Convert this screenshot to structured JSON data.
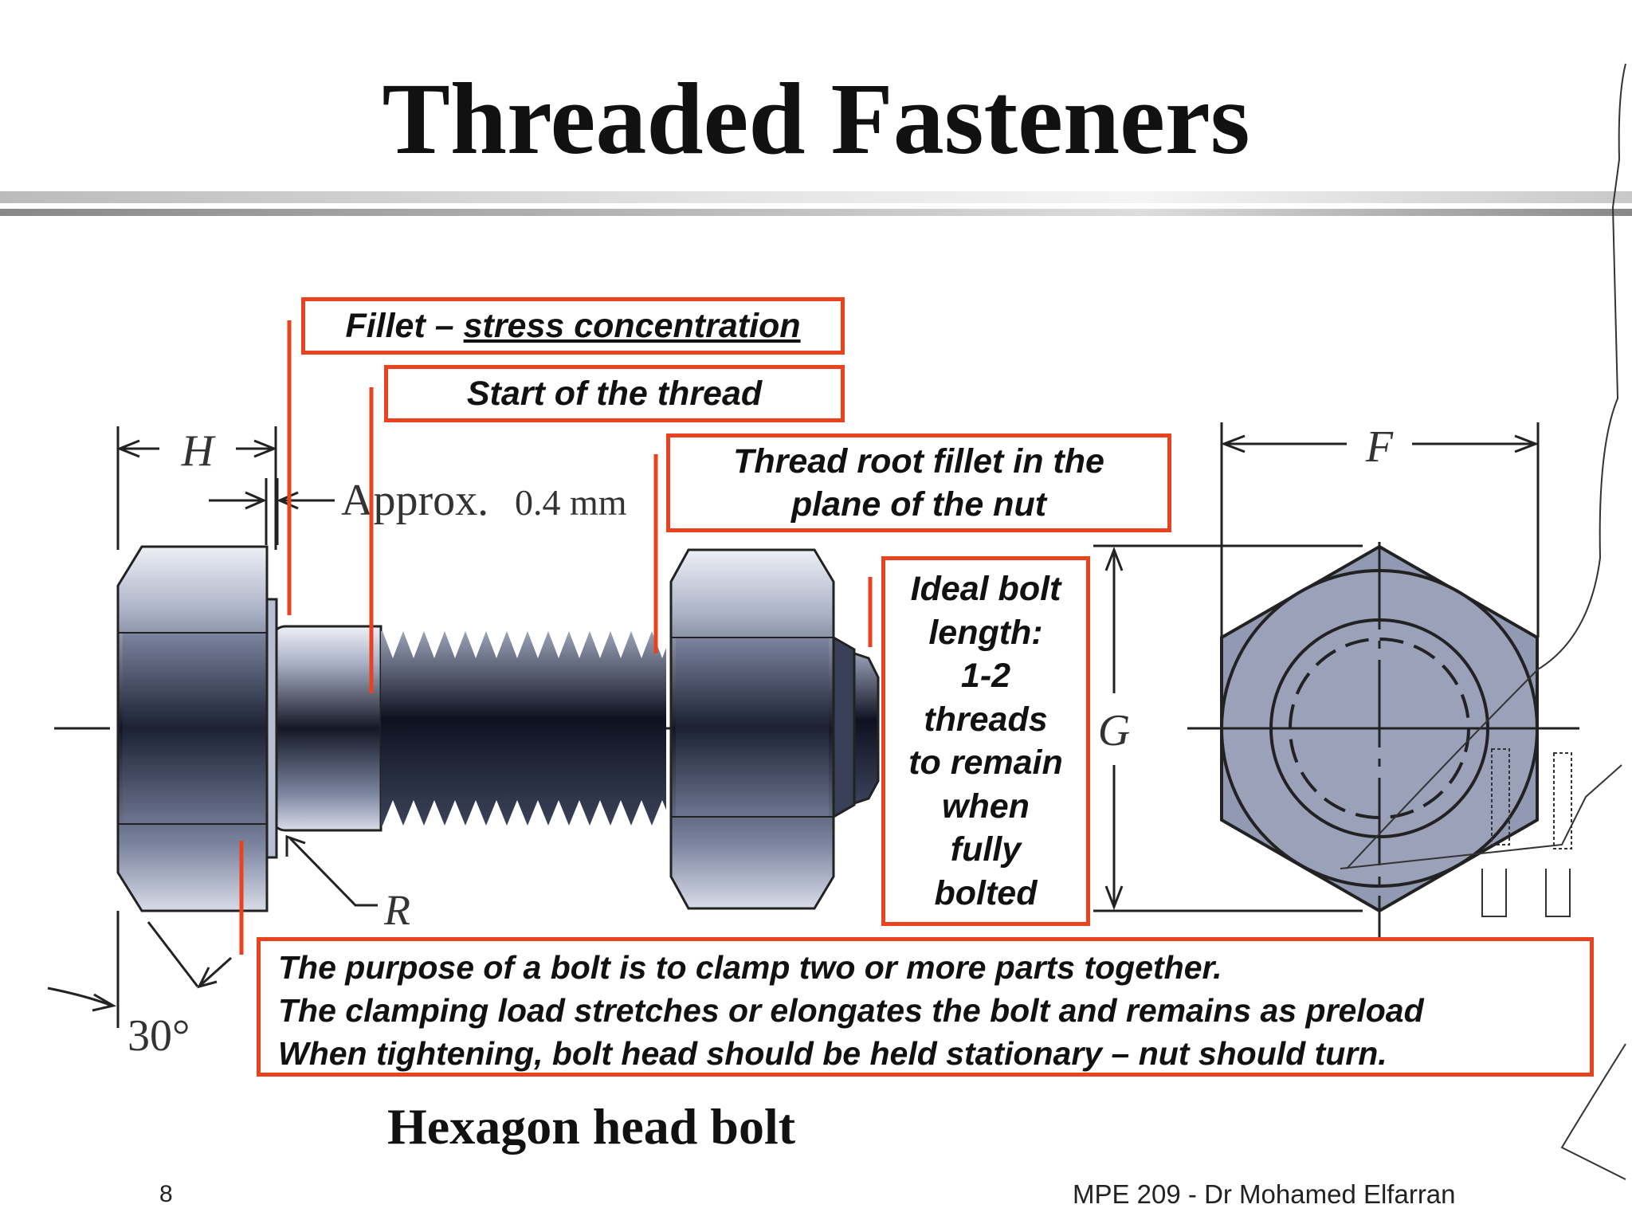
{
  "title": "Threaded Fasteners",
  "callouts": {
    "fillet": {
      "label": "Fillet – ",
      "underlined": "stress concentration"
    },
    "thread_start": "Start of the thread",
    "thread_root": [
      "Thread root fillet in the",
      "plane of the nut"
    ],
    "ideal_length": [
      "Ideal bolt",
      "length:",
      "1-2",
      "threads",
      "to remain",
      "when",
      "fully",
      "bolted"
    ],
    "purpose": [
      "The purpose of a bolt is to clamp two or more parts together.",
      "The clamping load stretches or elongates the bolt and remains as preload",
      "When tightening, bolt head should be held stationary – nut should turn."
    ]
  },
  "drawing": {
    "dim_H": "H",
    "dim_approx": "Approx.",
    "dim_approx_value": "0.4 mm",
    "dim_F": "F",
    "dim_G": "G",
    "dim_R": "R",
    "angle": "30°"
  },
  "caption": "Hexagon head bolt",
  "footer": {
    "page_number": "8",
    "text": "MPE 209 - Dr Mohamed Elfarran"
  },
  "colors": {
    "accent": "#e8421f",
    "metal_light": "#e6e9f2",
    "metal_mid": "#8f97b0",
    "metal_dark": "#1f2437"
  }
}
